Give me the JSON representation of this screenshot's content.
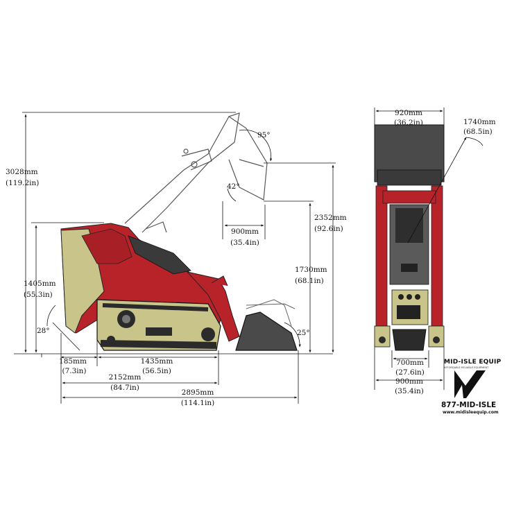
{
  "dimensions": {
    "overall_height": {
      "mm": "3028mm",
      "in": "(119.2in)"
    },
    "hinge_pin_height": {
      "mm": "2352mm",
      "in": "(92.6in)"
    },
    "dump_height": {
      "mm": "1730mm",
      "in": "(68.1in)"
    },
    "machine_height": {
      "mm": "1405mm",
      "in": "(55.3in)"
    },
    "dump_reach": {
      "mm": "900mm",
      "in": "(35.4in)"
    },
    "rear_overhang": {
      "mm": "185mm",
      "in": "(7.3in)"
    },
    "track_length": {
      "mm": "1435mm",
      "in": "(56.5in)"
    },
    "length_no_bucket": {
      "mm": "2152mm",
      "in": "(84.7in)"
    },
    "overall_length": {
      "mm": "2895mm",
      "in": "(114.1in)"
    },
    "bucket_width": {
      "mm": "920mm",
      "in": "(36.2in)"
    },
    "arm_reach": {
      "mm": "1740mm",
      "in": "(68.5in)"
    },
    "track_gauge": {
      "mm": "700mm",
      "in": "(27.6in)"
    },
    "overall_width": {
      "mm": "900mm",
      "in": "(35.4in)"
    }
  },
  "angles": {
    "dump_angle": "95°",
    "rollback_raised": "42°",
    "departure": "28°",
    "bucket_rollback": "25°"
  },
  "brand": {
    "name": "MID-ISLE EQUIP",
    "tagline": "AFFORDABLE RELIABLE EQUIPMENT",
    "phone": "877-MID-ISLE",
    "url": "www.midisleequip.com"
  },
  "colors": {
    "body_red": "#b8232a",
    "panel_khaki": "#c9c48a",
    "track_black": "#2b2b2b",
    "bucket_gray": "#4a4a4a"
  }
}
